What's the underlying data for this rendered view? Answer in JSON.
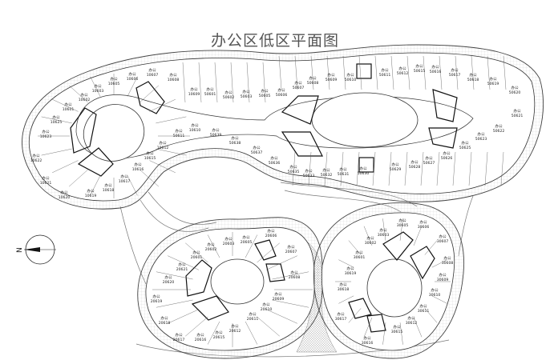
{
  "title": "办公区低区平面图",
  "north_label": "N",
  "room_type": "办公",
  "rooms": {
    "upper": [
      "10607",
      "10606",
      "10605",
      "10603",
      "10602",
      "10601",
      "10625",
      "10623",
      "10622",
      "10621",
      "10620",
      "10619",
      "10618",
      "10617",
      "10616",
      "10615",
      "10612",
      "50611",
      "10610",
      "50639",
      "50638",
      "50637",
      "50636",
      "10608",
      "10609",
      "50601",
      "50602",
      "50603",
      "50605",
      "50606",
      "50607",
      "50608",
      "50609",
      "50610",
      "50611",
      "50612",
      "50615",
      "50616",
      "50617",
      "50618",
      "50619",
      "50620",
      "50621",
      "50622",
      "50623",
      "50625",
      "50626",
      "50627",
      "50628",
      "50629",
      "50630",
      "50631",
      "50632",
      "50633",
      "50635"
    ],
    "lower_left": [
      "20606",
      "20605",
      "20603",
      "20602",
      "20601",
      "20621",
      "20620",
      "20619",
      "20618",
      "20617",
      "20616",
      "20615",
      "20612",
      "20611",
      "20610",
      "20609",
      "20608",
      "20607"
    ],
    "lower_right": [
      "30605",
      "30606",
      "30607",
      "30608",
      "30609",
      "30610",
      "30611",
      "30612",
      "30615",
      "30616",
      "30617",
      "30618",
      "30619",
      "30601",
      "30602",
      "30603"
    ]
  }
}
